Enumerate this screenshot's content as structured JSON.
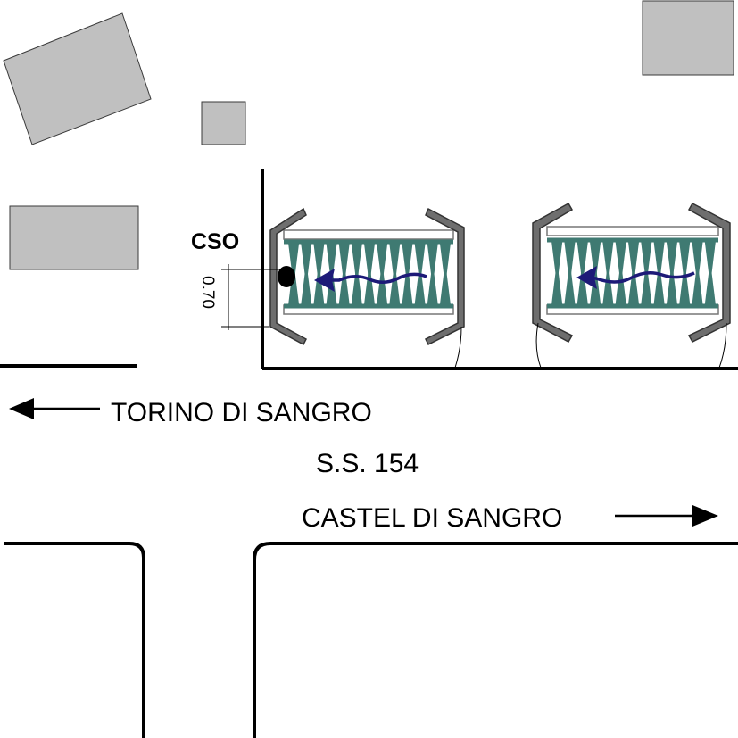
{
  "labels": {
    "cso": "CSO",
    "dimension": "0.70",
    "west_direction": "TORINO DI SANGRO",
    "road": "S.S. 154",
    "east_direction": "CASTEL DI SANGRO"
  },
  "colors": {
    "building_fill": "#c0c0c0",
    "frame_fill": "#6e6e6e",
    "tank_fill": "#3f7a72",
    "flow_arrow": "#1d1a78",
    "line": "#000000"
  },
  "icons": {
    "west_arrow": "arrow-left-icon",
    "east_arrow": "arrow-right-icon",
    "flow_arrow": "wavy-arrow-left-icon",
    "cso_marker": "filled-circle-icon"
  }
}
